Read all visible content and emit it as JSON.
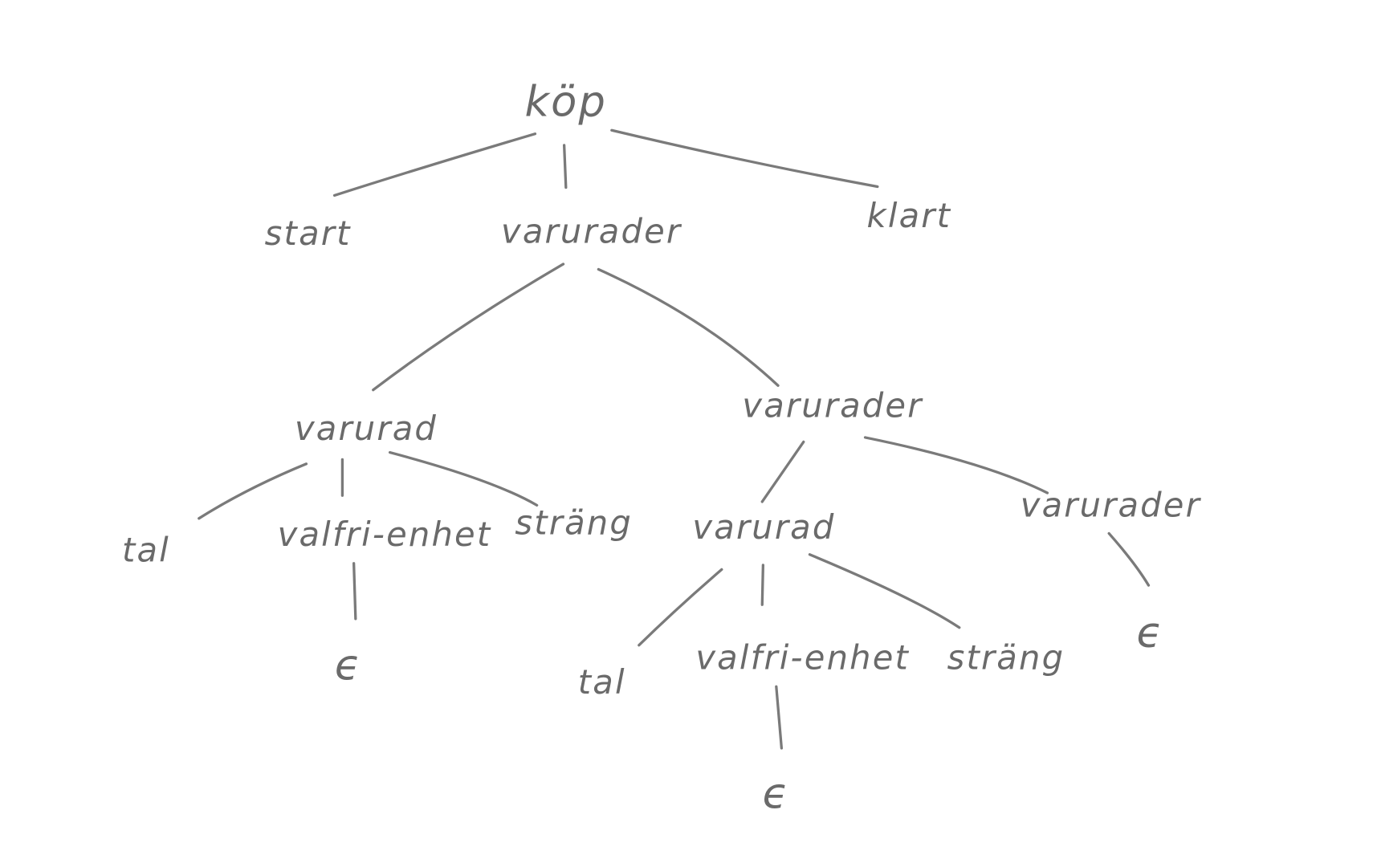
{
  "colors": {
    "ink": "#6a6a6a",
    "background": "#ffffff"
  },
  "nodes": {
    "root": "köp",
    "start": "start",
    "varurader_1": "varurader",
    "klart": "klart",
    "varurad_1": "varurad",
    "varurader_2": "varurader",
    "tal_1": "tal",
    "valfri_enhet_1": "valfri-enhet",
    "strang_1": "sträng",
    "epsilon_1": "ϵ",
    "varurad_2": "varurad",
    "varurader_3": "varurader",
    "tal_2": "tal",
    "valfri_enhet_2": "valfri-enhet",
    "strang_2": "sträng",
    "epsilon_2": "ϵ",
    "epsilon_3": "ϵ"
  }
}
